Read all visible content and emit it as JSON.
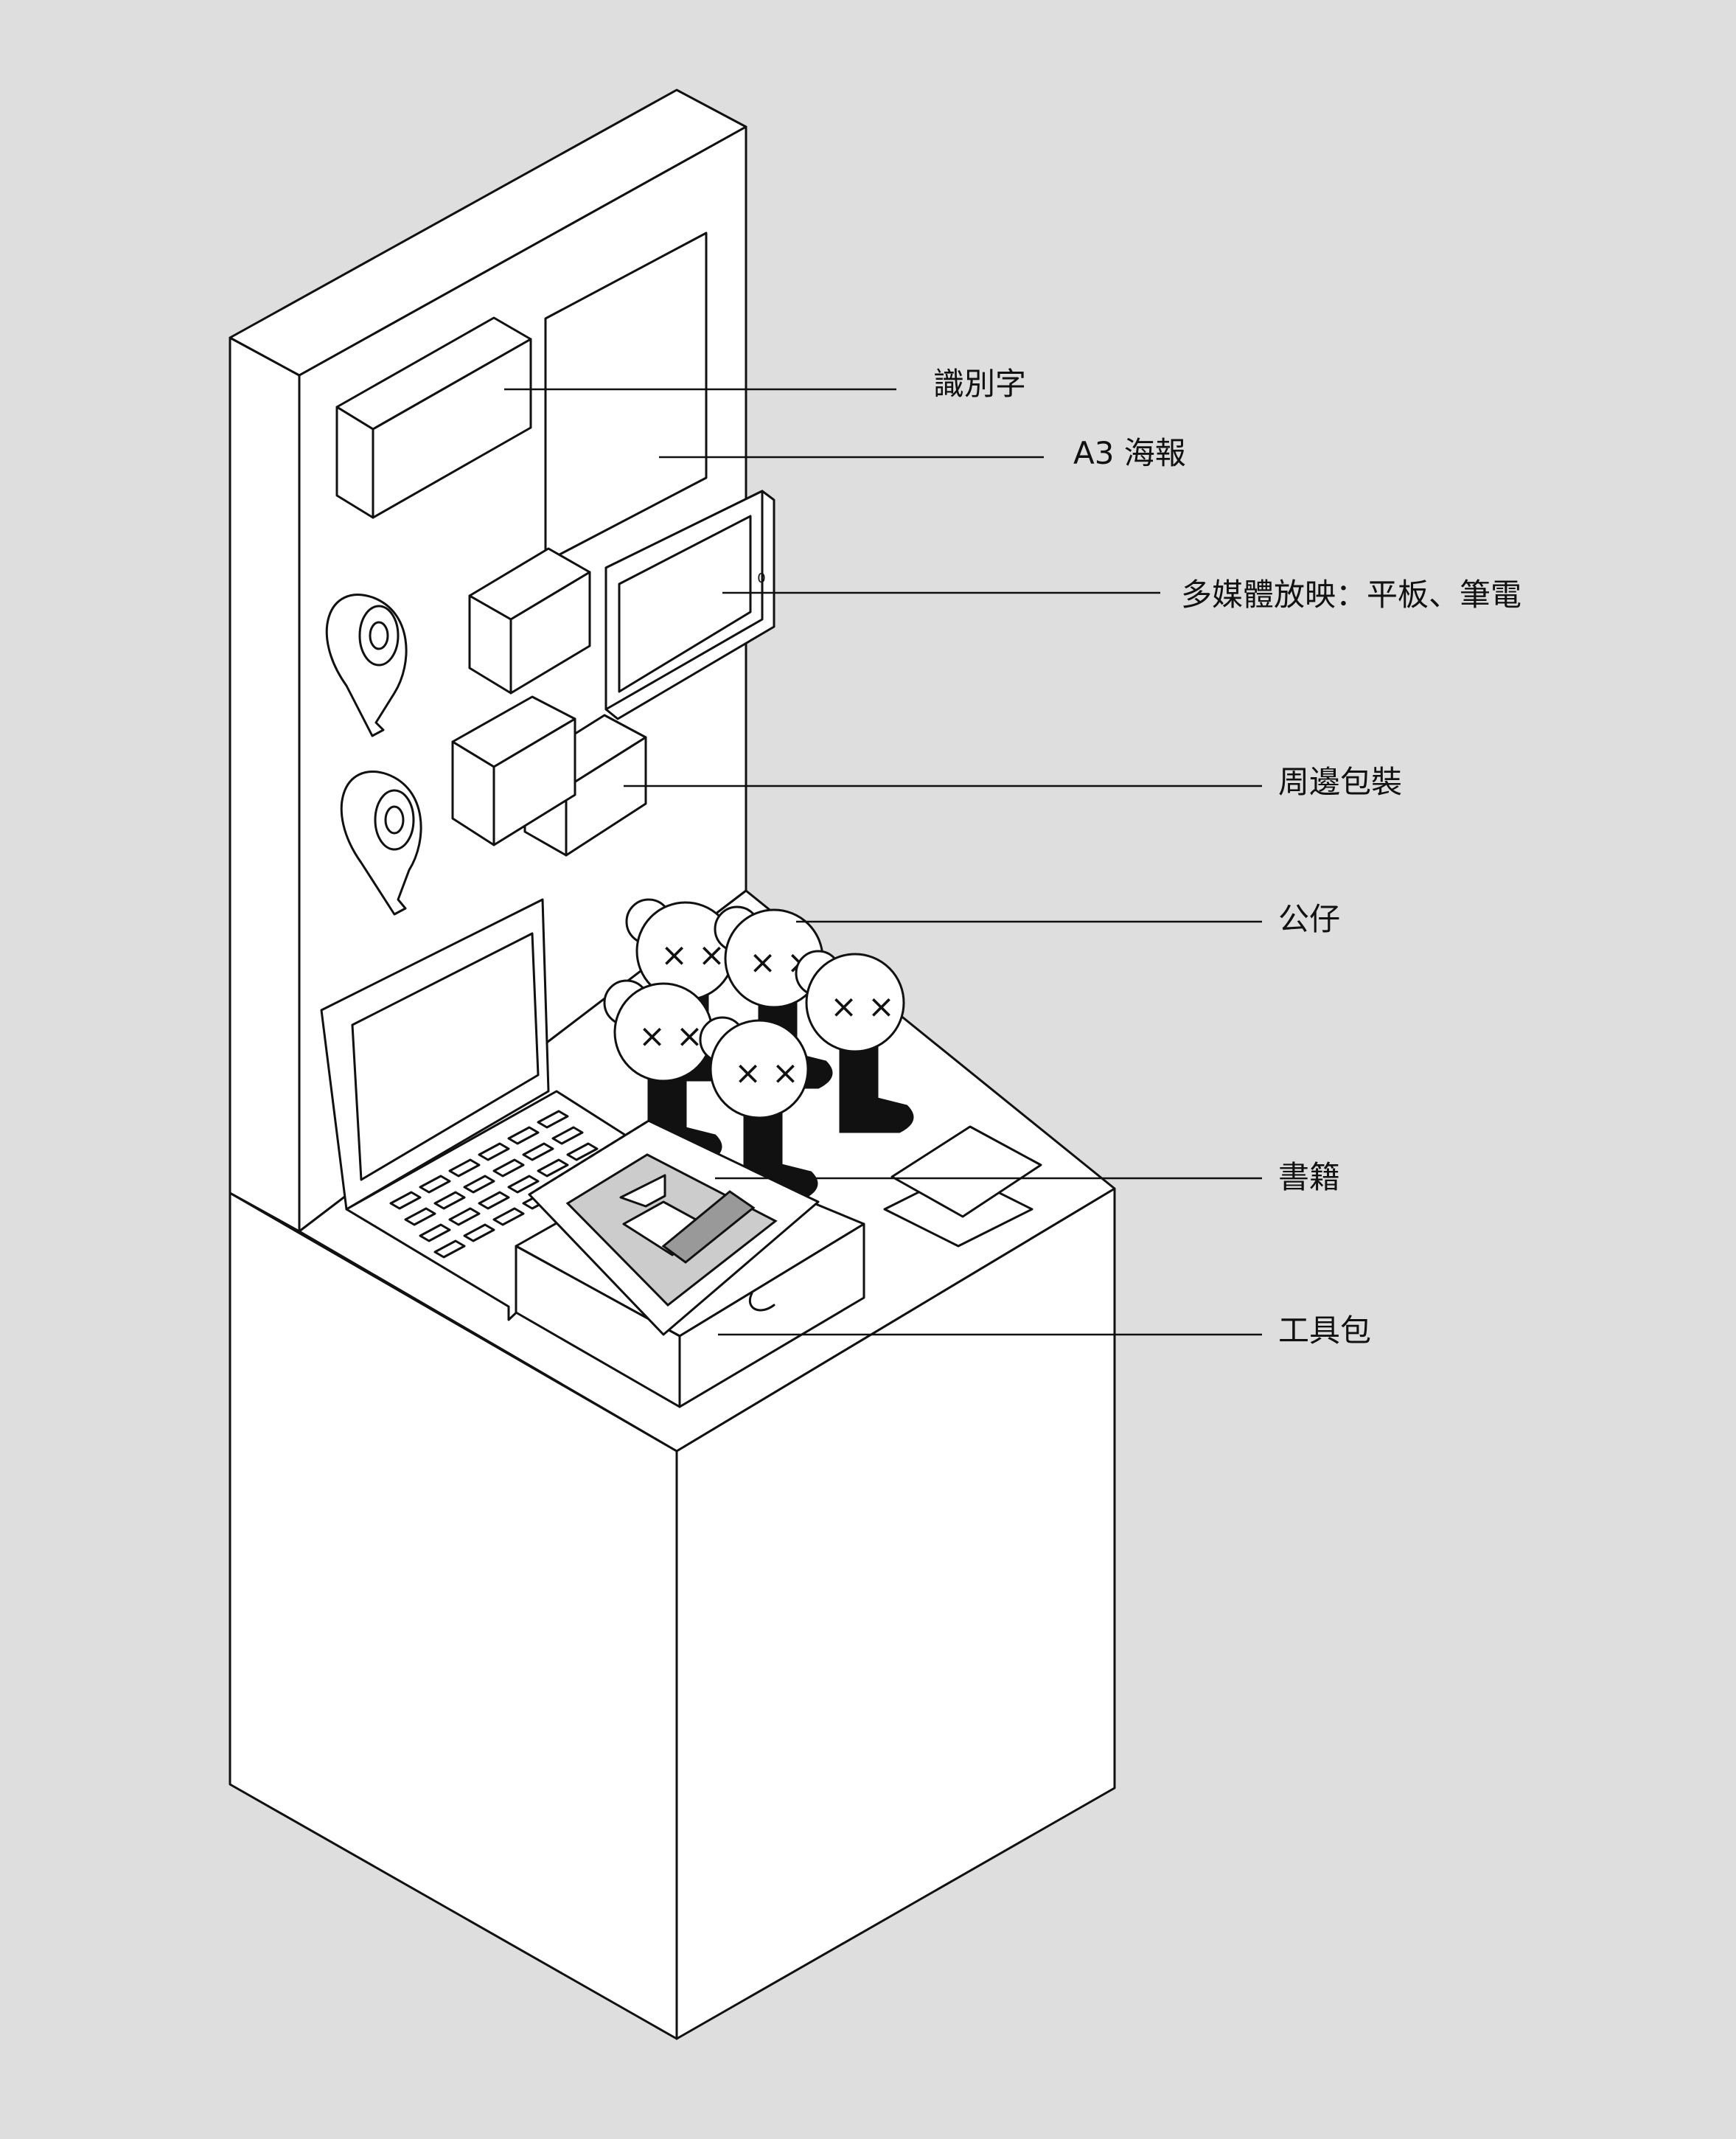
{
  "colors": {
    "background": "#dedede",
    "line": "#111111",
    "fill": "#ffffff",
    "light_gray": "#cccccc",
    "mid_gray": "#999999",
    "figure_black": "#111111"
  },
  "labels": {
    "signage": "識別字",
    "poster": "A3 海報",
    "multimedia": "多媒體放映：平板、筆電",
    "merch_packaging": "周邊包裝",
    "figurines": "公仔",
    "books": "書籍",
    "toolkit": "工具包"
  },
  "tablet_mark": "0",
  "figure_eyes": "× ×"
}
